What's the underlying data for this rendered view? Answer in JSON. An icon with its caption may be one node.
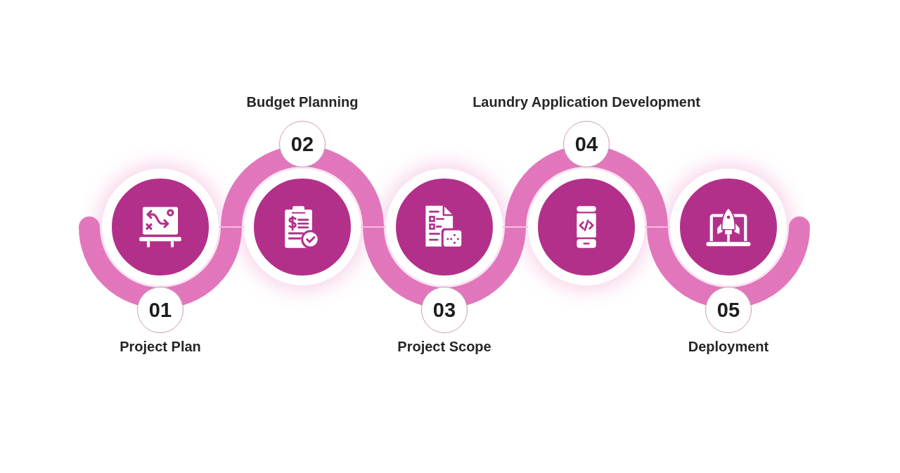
{
  "diagram": {
    "nodes": [
      {
        "text": [],
        "shape": "circle"
      },
      {
        "text": [
          "01"
        ],
        "beside": [
          "Project Plan"
        ]
      },
      {
        "text": [],
        "shape": "circle"
      },
      {
        "text": [
          "02"
        ],
        "beside": [
          "Budget Planning"
        ]
      },
      {
        "text": [],
        "shape": "circle"
      },
      {
        "text": [
          "03"
        ],
        "beside": [
          "Project Scope"
        ]
      },
      {
        "text": [],
        "shape": "circle"
      },
      {
        "text": [
          "04"
        ],
        "beside": [
          "Laundry Application Development"
        ]
      },
      {
        "text": [],
        "shape": "circle"
      },
      {
        "text": [
          "05"
        ],
        "beside": [
          "Deployment"
        ]
      }
    ],
    "edges": [
      {
        "from": 0,
        "to": 2,
        "arrow": "none"
      },
      {
        "from": 2,
        "to": 4,
        "arrow": "none"
      },
      {
        "from": 4,
        "to": 6,
        "arrow": "none"
      },
      {
        "from": 6,
        "to": 8,
        "arrow": "none"
      }
    ]
  }
}
